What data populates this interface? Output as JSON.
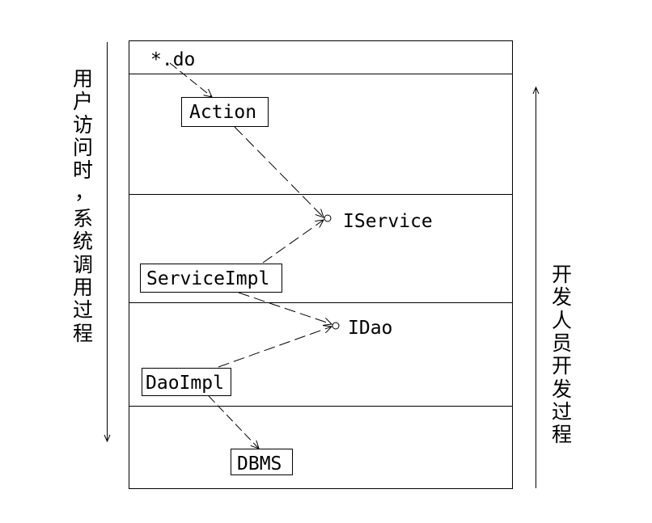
{
  "diagram": {
    "left_caption": [
      "用",
      "户",
      "访",
      "问",
      "时",
      "，",
      "系",
      "统",
      "调",
      "用",
      "过",
      "程"
    ],
    "right_caption": [
      "开",
      "发",
      "人",
      "员",
      "开",
      "发",
      "过",
      "程"
    ],
    "nodes": {
      "entry": "*.do",
      "action": "Action",
      "iservice": "IService",
      "serviceimpl": "ServiceImpl",
      "idao": "IDao",
      "daoimpl": "DaoImpl",
      "dbms": "DBMS"
    }
  }
}
